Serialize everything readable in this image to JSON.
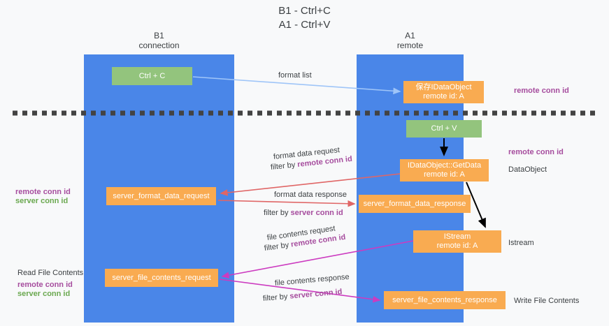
{
  "title": {
    "line1": "B1 - Ctrl+C",
    "line2": "A1 - Ctrl+V"
  },
  "lanes": [
    {
      "id": "b1",
      "name": "B1",
      "role": "connection",
      "color": "#4a86e8"
    },
    {
      "id": "a1",
      "name": "A1",
      "role": "remote",
      "color": "#4a86e8"
    }
  ],
  "boxes": {
    "ctrl_c": {
      "label": "Ctrl + C",
      "color": "#93c47d"
    },
    "save_idataobject": {
      "line1": "保存IDataObject",
      "line2": "remote id: A",
      "color": "#f9ab51"
    },
    "ctrl_v": {
      "label": "Ctrl + V",
      "color": "#93c47d"
    },
    "getdata": {
      "line1": "IDataObject::GetData",
      "line2": "remote id: A",
      "color": "#f9ab51"
    },
    "server_format_data_request": {
      "label": "server_format_data_request",
      "color": "#f9ab51"
    },
    "server_format_data_response": {
      "label": "server_format_data_response",
      "color": "#f9ab51"
    },
    "istream": {
      "line1": "IStream",
      "line2": "remote id: A",
      "color": "#f9ab51"
    },
    "server_file_contents_request": {
      "label": "server_file_contents_request",
      "color": "#f9ab51"
    },
    "server_file_contents_response": {
      "label": "server_file_contents_response",
      "color": "#f9ab51"
    }
  },
  "edge_labels": {
    "format_list": "format list",
    "format_data_request": "format data request",
    "format_data_request_filter_prefix": "filter by ",
    "format_data_request_filter_key": "remote conn id",
    "format_data_response": "format data response",
    "format_data_response_filter_prefix": "filter by ",
    "format_data_response_filter_key": "server conn id",
    "file_contents_request": "file contents request",
    "file_contents_request_filter_prefix": "filter by ",
    "file_contents_request_filter_key": "remote conn id",
    "file_contents_response": "file contents response",
    "file_contents_response_filter_prefix": "filter by ",
    "file_contents_response_filter_key": "server conn id"
  },
  "right_notes": {
    "remote_conn_id_top": "remote conn id",
    "remote_conn_id_mid": "remote conn id",
    "dataobject": "DataObject",
    "istream": "Istream",
    "write_file_contents": "Write File Contents"
  },
  "left_notes": {
    "remote_conn_id_1": "remote conn id",
    "server_conn_id_1": "server conn id",
    "read_file_contents": "Read File Contents",
    "remote_conn_id_2": "remote conn id",
    "server_conn_id_2": "server conn id"
  },
  "colors": {
    "lane": "#4a86e8",
    "green_box": "#93c47d",
    "orange_box": "#f9ab51",
    "purple_text": "#a64d9e",
    "green_text": "#6aa84f",
    "arrow_blue": "#9fc5f8",
    "arrow_red": "#e06666",
    "arrow_magenta": "#cc3bc0",
    "arrow_black": "#000000",
    "divider": "#434343",
    "background": "#f8f9fa"
  }
}
